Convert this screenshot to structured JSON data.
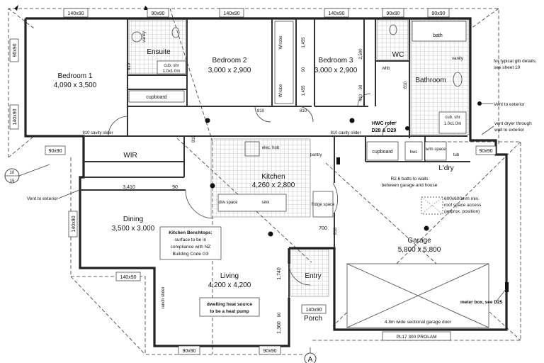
{
  "rooms": {
    "bedroom1": {
      "name": "Bedroom 1",
      "dim": "4,090 x 3,500"
    },
    "bedroom2": {
      "name": "Bedroom 2",
      "dim": "3,000 x 2,900"
    },
    "bedroom3": {
      "name": "Bedroom 3",
      "dim": "3,000 x 2,900"
    },
    "ensuite": "Ensuite",
    "wc": "WC",
    "bathroom": "Bathroom",
    "wir": "WIR",
    "kitchen": {
      "name": "Kitchen",
      "dim": "4,260 x 2,800"
    },
    "dining": {
      "name": "Dining",
      "dim": "3,500 x 3,000"
    },
    "living": {
      "name": "Living",
      "dim": "4,200 x 4,200"
    },
    "laundry": "L'dry",
    "garage": {
      "name": "Garage",
      "dim": "5,800 x 5,800"
    },
    "entry": "Entry",
    "porch": "Porch"
  },
  "fixtures": {
    "vanity": "vanity",
    "cub_shr": "cub. shr",
    "shr_size": "1.0x1.0m",
    "cupboard": "cupboard",
    "wrobe": "W'robe",
    "bath": "bath",
    "whb": "whb",
    "elec_hob": "elec. hob",
    "pantry": "pantry",
    "dw_space": "d/w space",
    "sink": "sink",
    "fridge_space": "fridge space",
    "hwc": "hwc",
    "wm_space": "w/m space",
    "tub": "tub"
  },
  "windows": {
    "w140x90": "140x90",
    "w90x90": "90x90"
  },
  "dimensions": {
    "d810": "810",
    "d1455": "1,455",
    "d2500": "2,500",
    "d410": "410",
    "d90": "90",
    "d3410": "3,410",
    "d700": "700",
    "d1740": "1,740",
    "d1360": "1,360"
  },
  "labels": {
    "cavity_slider": "810 cavity slider",
    "ranch_slider": "ranch slider",
    "section_a": "A",
    "section_top": "10",
    "section_bottom": "15"
  },
  "notes": {
    "gib_details": "for typical gib details, see sheet 10",
    "vent_exterior": "Vent to exterior",
    "vent_dryer_1": "vent dryer through",
    "vent_dryer_2": "wall to exterior",
    "hwc_ref_1": "HWC refer",
    "hwc_ref_2": "D28 & D29",
    "batts_1": "R2.6 batts to walls",
    "batts_2": "between garage and house",
    "roof_1": "600x600mm min.",
    "roof_2": "roof space access",
    "roof_3": "(approx. position)",
    "vent_left": "Vent to exterior",
    "meter_box": "meter box, see D25",
    "garage_door": "4.8m wide sectional garage door",
    "prolam": "PL17 300 PROLAM",
    "bench_title": "Kitchen Benchtops:",
    "bench_1": "surface to be in",
    "bench_2": "compliance with NZ",
    "bench_3": "Building Code G3",
    "heat_1": "dwelling heat source",
    "heat_2": "to be a heat pump"
  }
}
